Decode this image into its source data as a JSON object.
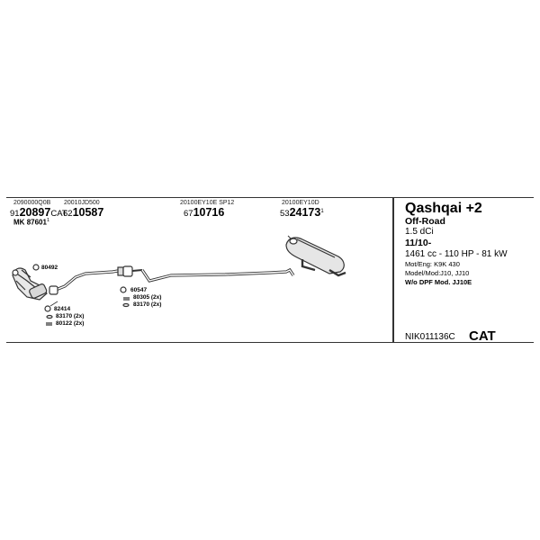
{
  "parts": [
    {
      "code": "2090000Q0B",
      "prefix": "91",
      "number": "20897",
      "suffix": "CAT"
    },
    {
      "code": "20010JD500",
      "prefix": "62",
      "number": "10587",
      "suffix": ""
    },
    {
      "code": "20100EY10E SP12",
      "prefix": "67",
      "number": "10716",
      "suffix": ""
    },
    {
      "code": "20100EY10D",
      "prefix": "53",
      "number": "24173",
      "suffix": "1"
    }
  ],
  "mk": {
    "label": "MK",
    "number": "87601",
    "sup": "1"
  },
  "callouts": {
    "c80492": "80492",
    "c60547": "60547",
    "c80305": "80305 (2x)",
    "c83170a": "83170 (2x)",
    "c82414": "82414",
    "c83170b": "83170 (2x)",
    "c80122": "80122 (2x)"
  },
  "vehicle": {
    "model": "Qashqai +2",
    "variant": "Off-Road",
    "engine": "1.5 dCi",
    "date": "11/10-",
    "power": "1461 cc - 110 HP - 81 kW",
    "mot_eng": "Mot/Eng: K9K 430",
    "model_mod": "Model/Mod:J10, JJ10",
    "dpf": "W/o DPF   Mod. JJ10E"
  },
  "footer": {
    "reference": "NIK011136C",
    "cat": "CAT"
  }
}
